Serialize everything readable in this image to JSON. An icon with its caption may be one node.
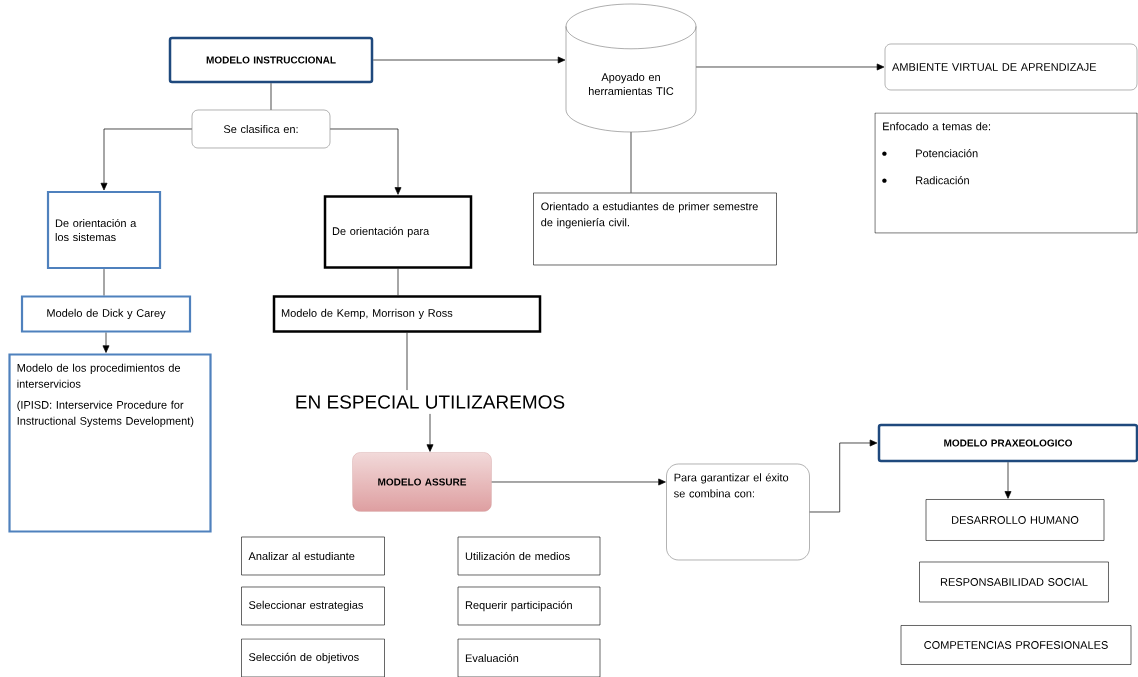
{
  "diagram": {
    "nodes": [
      {
        "text": [
          "MODELO INSTRUCCIONAL"
        ]
      },
      {
        "text": [
          "Se clasifica en:"
        ]
      },
      {
        "text": [
          "De orientación a los sistemas"
        ]
      },
      {
        "text": [
          "De orientación para"
        ]
      },
      {
        "text": [
          "Modelo de Dick y Carey"
        ]
      },
      {
        "text": [
          "Modelo de Kemp, Morrison y Ross"
        ]
      },
      {
        "text": [
          "Modelo de los procedimientos de interservicios",
          "(IPISD: Interservice Procedure for Instructional Systems Development)"
        ]
      },
      {
        "text": [
          "EN ESPECIAL UTILIZAREMOS"
        ]
      },
      {
        "text": [
          "MODELO ASSURE"
        ]
      },
      {
        "text": [
          "Apoyado en herramientas TIC"
        ]
      },
      {
        "text": [
          "Orientado a estudiantes de primer semestre de ingeniería civil."
        ]
      },
      {
        "text": [
          "AMBIENTE VIRTUAL DE APRENDIZAJE"
        ]
      },
      {
        "text": [
          "Enfocado a temas de:",
          "Potenciación",
          "Radicación"
        ]
      },
      {
        "text": [
          "Para garantizar el éxito se combina con:"
        ]
      },
      {
        "text": [
          "MODELO PRAXEOLOGICO"
        ]
      },
      {
        "text": [
          "DESARROLLO HUMANO"
        ]
      },
      {
        "text": [
          "RESPONSABILIDAD SOCIAL"
        ]
      },
      {
        "text": [
          "COMPETENCIAS PROFESIONALES"
        ]
      },
      {
        "text": [
          "Analizar al estudiante"
        ]
      },
      {
        "text": [
          "Utilización de medios"
        ]
      },
      {
        "text": [
          "Seleccionar estrategias"
        ]
      },
      {
        "text": [
          "Requerir participación"
        ]
      },
      {
        "text": [
          "Selección de objetivos"
        ]
      },
      {
        "text": [
          "Evaluación"
        ]
      }
    ],
    "edges": [
      {
        "from": 0,
        "to": 1,
        "arrow": "none"
      },
      {
        "from": 1,
        "to": 2,
        "arrow": "to"
      },
      {
        "from": 1,
        "to": 3,
        "arrow": "to"
      },
      {
        "from": 2,
        "to": 4,
        "arrow": "none"
      },
      {
        "from": 3,
        "to": 5,
        "arrow": "none"
      },
      {
        "from": 4,
        "to": 6,
        "arrow": "to"
      },
      {
        "from": 5,
        "to": 7,
        "arrow": "none"
      },
      {
        "from": 7,
        "to": 8,
        "arrow": "to"
      },
      {
        "from": 0,
        "to": 9,
        "arrow": "to"
      },
      {
        "from": 9,
        "to": 10,
        "arrow": "none"
      },
      {
        "from": 9,
        "to": 11,
        "arrow": "to"
      },
      {
        "from": 8,
        "to": 13,
        "arrow": "to"
      },
      {
        "from": 13,
        "to": 14,
        "arrow": "to"
      },
      {
        "from": 14,
        "to": 15,
        "arrow": "to"
      }
    ]
  }
}
